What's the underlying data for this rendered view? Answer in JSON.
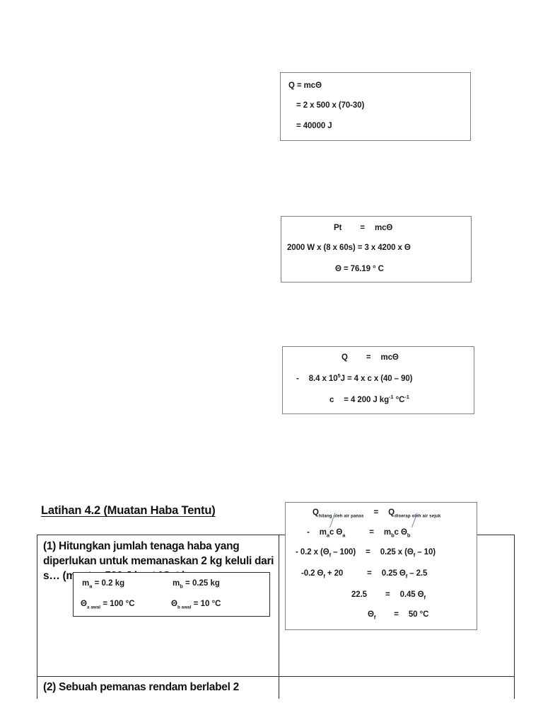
{
  "document": {
    "language": "ms",
    "subject": "Muatan Haba Tentu"
  },
  "boxes": {
    "box1": {
      "name": "heat-energy-calculation",
      "lines": [
        "Q = mcΘ",
        "= 2 x 500 x (70-30)",
        "= 40000 J"
      ]
    },
    "box2": {
      "name": "power-time-calculation",
      "line1_left": "Pt",
      "line1_eq": "=",
      "line1_right": "mcΘ",
      "line2": "2000 W x (8 x 60s)  =  3 x 4200 x Θ",
      "line3": "Θ  = 76.19 ° C"
    },
    "box3": {
      "name": "specific-heat-capacity-calculation",
      "line1_left": "Q",
      "line1_eq": "=",
      "line1_right": "mcΘ",
      "line2_prefix": "-",
      "line2_value": "8.4 x 10",
      "line2_exp": "5",
      "line2_rest": "J  =  4 x c x (40 – 90)",
      "line3_left": "c",
      "line3_right": "= 4 200 J kg",
      "line3_sup1": "-1",
      "line3_unit": "°C",
      "line3_sup2": "-1"
    },
    "box4": {
      "name": "thermal-equilibrium-working",
      "line1_q_left": "Q",
      "line1_sub_left": "hilang oleh air panas",
      "line1_eq": "=",
      "line1_q_right": "Q",
      "line1_sub_right": "diserap oleh air sejuk",
      "line2_prefix": "-",
      "line2_left_m": "m",
      "line2_left_sub": "a",
      "line2_left_rest": "c",
      "line2_left_theta": "Θ",
      "line2_left_theta_sub": "a",
      "line2_eq": "=",
      "line2_right_m": "m",
      "line2_right_sub": "b",
      "line2_right_rest": "c",
      "line2_right_theta": "Θ",
      "line2_right_theta_sub": "b",
      "line3": "- 0.2 x (Θғ – 100)  =  0.25 x (Θғ – 10)",
      "line3_a": "- 0.2 x (Θ",
      "line3_sub": "f",
      "line3_b": " – 100)",
      "line3_eq": "=",
      "line3_c": "0.25 x (Θ",
      "line3_d": " – 10)",
      "line4_a": "-0.2 Θ",
      "line4_b": " + 20",
      "line4_eq": "=",
      "line4_c": "0.25 Θ",
      "line4_d": " – 2.5",
      "line5_a": "22.5",
      "line5_eq": "=",
      "line5_b": "0.45 Θ",
      "line6_a": "Θ",
      "line6_eq": "=",
      "line6_b": "50 °C"
    },
    "box_given": {
      "name": "given-values",
      "m_a_label": "m",
      "m_a_sub": "a",
      "m_a_value": "=   0.2 kg",
      "m_b_label": "m",
      "m_b_sub": "b",
      "m_b_value": "=   0.25 kg",
      "theta_a_label": "Θ",
      "theta_a_sub": "a awal",
      "theta_a_value": "= 100 °C",
      "theta_b_label": "Θ",
      "theta_b_sub": "b awal",
      "theta_b_value": "= 10 °C"
    }
  },
  "worksheet": {
    "heading": "Latihan 4.2 (Muatan Haba Tentu)",
    "question_1": "(1) Hitungkan jumlah tenaga haba yang diperlukan untuk memanaskan 2 kg keluli dari s… (muat… 500 J kg⁻¹ °C⁻¹ )",
    "question_2": "(2) Sebuah pemanas rendam berlabel 2"
  },
  "colors": {
    "box_border": "#808080",
    "table_border": "#2b2b2b",
    "leader_line": "#5b8fc9",
    "text": "#1a1a1a",
    "page_background": "#ffffff"
  }
}
